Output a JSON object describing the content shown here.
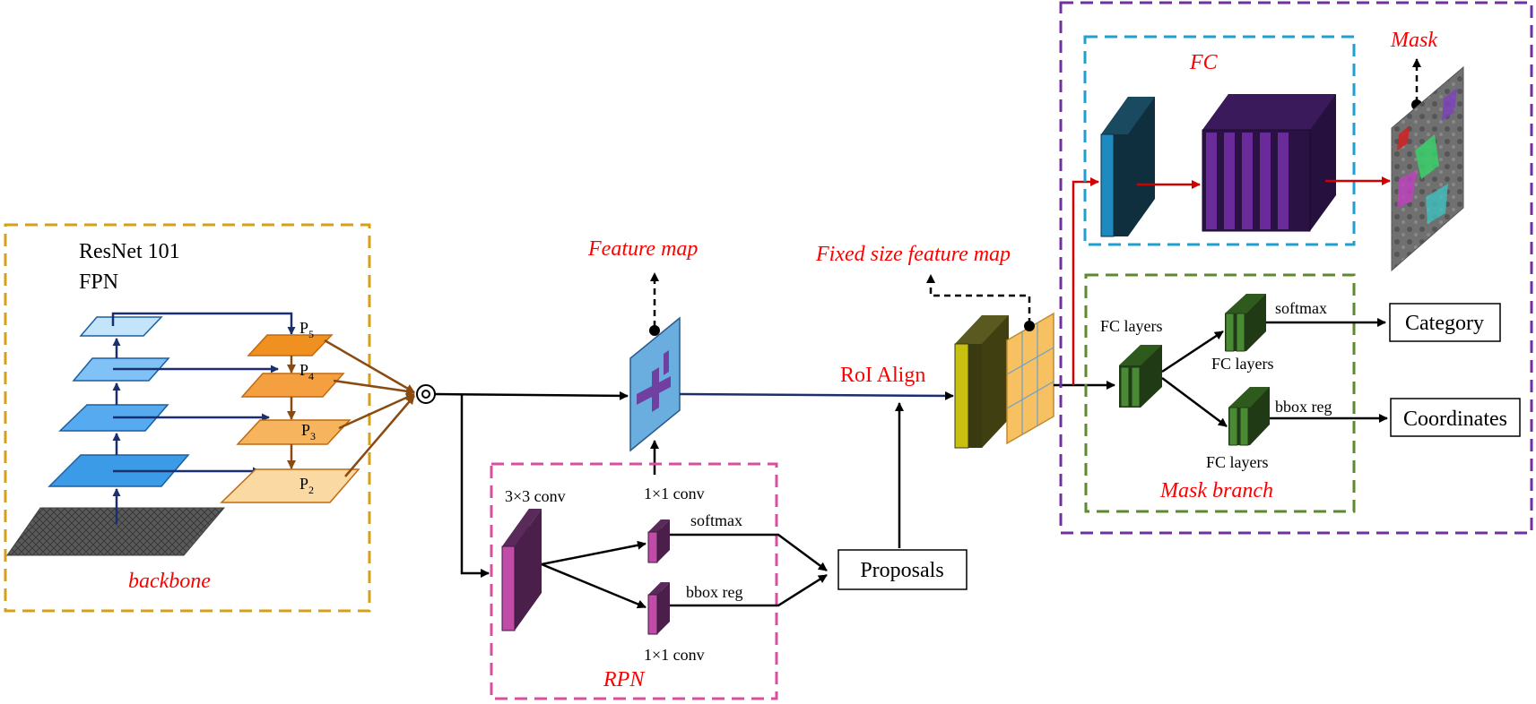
{
  "backbone_box": {
    "title_line1": "ResNet 101",
    "title_line2": "FPN",
    "caption": "backbone",
    "pyramid_labels": [
      "P5",
      "P4",
      "P3",
      "P2"
    ]
  },
  "feature_map": {
    "label": "Feature map"
  },
  "rpn": {
    "caption": "RPN",
    "conv3": "3×3 conv",
    "conv1_top": "1×1 conv",
    "conv1_bottom": "1×1 conv",
    "softmax": "softmax",
    "bbox_reg": "bbox reg"
  },
  "proposals": {
    "label": "Proposals"
  },
  "roi_align": {
    "label": "RoI Align"
  },
  "fixed_map": {
    "label": "Fixed size feature map"
  },
  "fc_box": {
    "caption": "FC"
  },
  "mask": {
    "label": "Mask"
  },
  "mask_branch": {
    "caption": "Mask branch",
    "fc_layers_left": "FC layers",
    "fc_layers_top": "FC layers",
    "fc_layers_bottom": "FC layers",
    "softmax": "softmax",
    "bbox_reg": "bbox reg"
  },
  "outputs": {
    "category": "Category",
    "coordinates": "Coordinates"
  },
  "colors": {
    "backbone_border": "#d4a017",
    "rpn_border": "#d94fa0",
    "fc_border": "#1fa0d0",
    "mask_branch_border": "#5c8a2e",
    "outer_border": "#7030a0",
    "red_label": "#ff0000",
    "fpn_left_blue": "#3c9be6",
    "fpn_right_orange": "#f0a040",
    "fc_purple": "#3a1a5a",
    "fc_green": "#3d6a2a"
  }
}
